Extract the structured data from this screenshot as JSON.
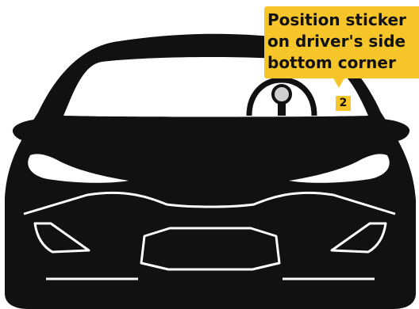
{
  "callout": {
    "lines": [
      "Position sticker",
      "on driver's side",
      "bottom corner"
    ]
  },
  "step_badge": "2",
  "colors": {
    "car_body": "#111111",
    "callout_fill": "#f5c52a",
    "windshield": "#ffffff",
    "outline": "#ffffff",
    "wheel_hub": "#cfcfcf"
  }
}
